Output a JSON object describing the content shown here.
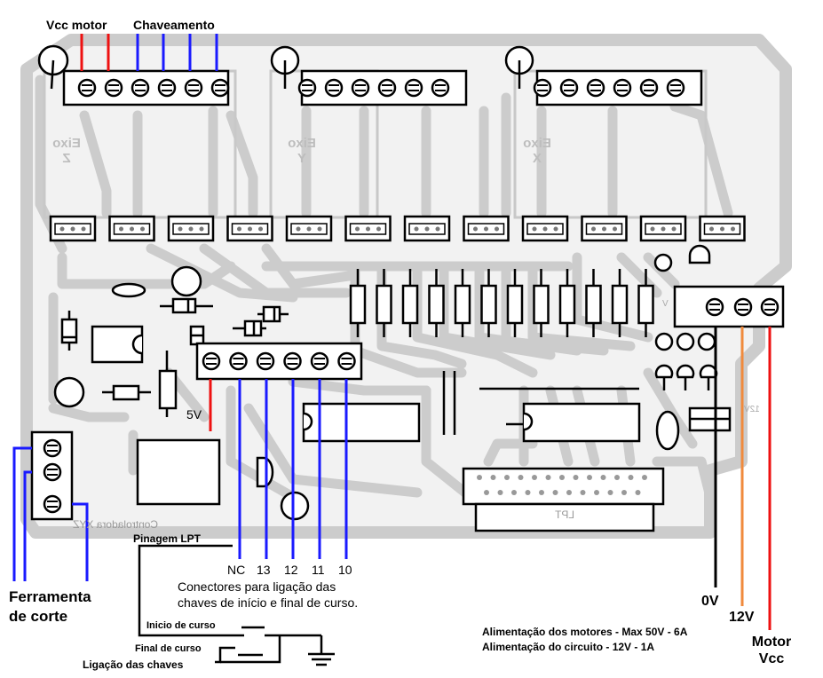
{
  "top_labels": {
    "vcc_motor": "Vcc motor",
    "chaveamento": "Chaveamento"
  },
  "axes": [
    {
      "line1": "Eixo",
      "line2": "Z"
    },
    {
      "line1": "Eixo",
      "line2": "Y"
    },
    {
      "line1": "Eixo",
      "line2": "X"
    }
  ],
  "board_silk": {
    "controller_name": "Controladora XYZ",
    "port": "LPT",
    "v12_mark": "12V",
    "v_mark": "V"
  },
  "pins": {
    "nc": "NC",
    "p13": "13",
    "p12": "12",
    "p11": "11",
    "p10": "10",
    "five_v": "5V"
  },
  "texts": {
    "pinagem": "Pinagem LPT",
    "conectores_line1": "Conectores para ligação das",
    "conectores_line2": "chaves de início e final de curso.",
    "inicio": "Inicio de curso",
    "final": "Final de curso",
    "ligacao": "Ligação das chaves",
    "ferramenta_line1": "Ferramenta",
    "ferramenta_line2": "de corte",
    "alim_motores": "Alimentação dos motores - Max 50V - 6A",
    "alim_circuito": "Alimentação do circuito -  12V  - 1A",
    "zero_v": "0V",
    "twelve_v": "12V",
    "motor_line1": "Motor",
    "motor_line2": "Vcc"
  },
  "wire_colors": {
    "red": "#ee1111",
    "blue": "#1a1aff",
    "orange": "#f08a3c",
    "black": "#000000",
    "board_gray": "#cccccc"
  }
}
